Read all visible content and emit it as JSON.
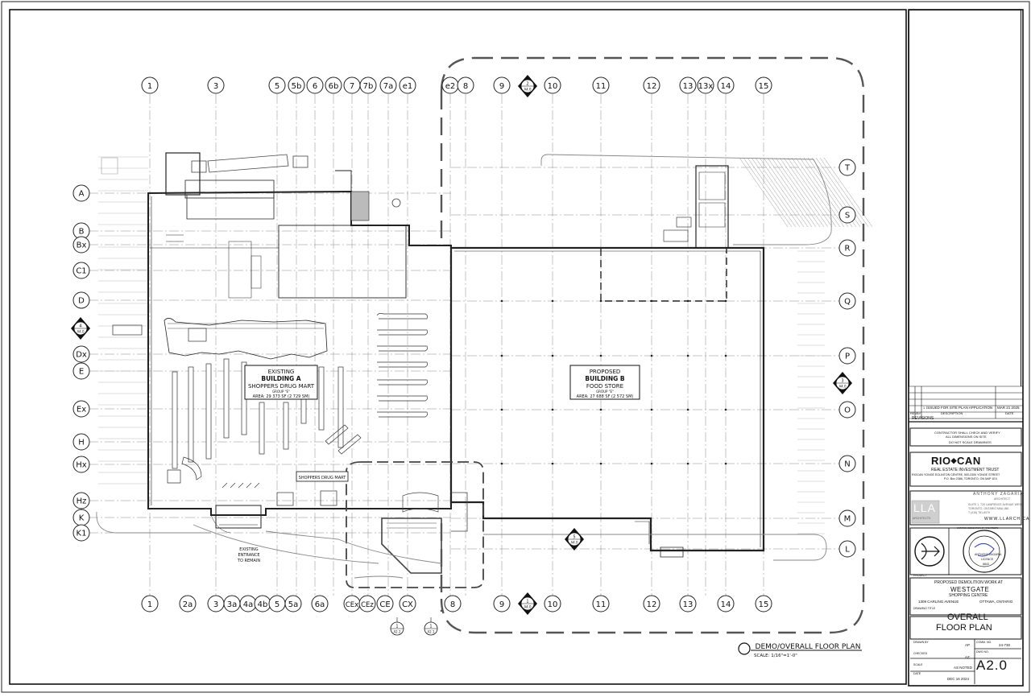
{
  "drawing": {
    "grid_top": [
      "1",
      "3",
      "5",
      "5b",
      "6",
      "6b",
      "7",
      "7b",
      "7a",
      "e1",
      "e2",
      "8",
      "9",
      "10",
      "11",
      "12",
      "13",
      "13x",
      "14",
      "15"
    ],
    "grid_bottom": [
      "1",
      "2a",
      "3",
      "3a",
      "4a",
      "4b",
      "5",
      "5a",
      "6a",
      "CEx",
      "CEz",
      "CE",
      "CX",
      "8",
      "9",
      "10",
      "11",
      "12",
      "13",
      "14",
      "15"
    ],
    "grid_left": [
      "A",
      "B",
      "Bx",
      "C1",
      "D",
      "Dx",
      "E",
      "Ex",
      "H",
      "Hx",
      "Hz",
      "K",
      "K1"
    ],
    "grid_right": [
      "T",
      "S",
      "R",
      "Q",
      "P",
      "O",
      "N",
      "M",
      "L"
    ],
    "building_a": {
      "line1": "EXISTING",
      "line2": "BUILDING A",
      "line3": "SHOPPERS DRUG MART",
      "group": "GROUP \"E\"",
      "area": "AREA: 29 373 SF (2 729 SM)"
    },
    "building_b": {
      "line1": "PROPOSED",
      "line2": "BUILDING B",
      "line3": "FOOD STORE",
      "group": "GROUP \"E\"",
      "area": "AREA: 27 688 SF (2 572 SM)"
    },
    "store_sign": "SHOPPERS DRUG MART",
    "entrance_note": [
      "EXISTING",
      "ENTRANCE",
      "TO REMAIN"
    ],
    "section_marks": {
      "top": {
        "num": "2",
        "sheet": "A4.0"
      },
      "left": {
        "num": "4",
        "sheet": "A4.0"
      },
      "right": {
        "num": "3",
        "sheet": "A4.0"
      },
      "bottom_mid": {
        "num": "5",
        "sheet": "A4.0"
      },
      "bottom_9": {
        "num": "1",
        "sheet": "A4.0"
      },
      "detail_1": {
        "num": "1",
        "sheet": "A2.2"
      },
      "detail_2": {
        "num": "1",
        "sheet": "A2.1"
      }
    },
    "title": {
      "number": "1",
      "text": "DEMO/OVERALL FLOOR PLAN",
      "scale": "SCALE: 1/16\"=1'-0\""
    }
  },
  "title_block": {
    "revisions": {
      "rows": [
        {
          "no": "1",
          "description": "ISSUED FOR SITE PLAN APPLICATION",
          "date": "MAR 21 2025"
        }
      ],
      "col_rev": "REV",
      "col_by": "BY",
      "col_description": "DESCRIPTION",
      "col_date": "DATE",
      "label": "REVISIONS"
    },
    "contractor_note": [
      "CONTRACTOR SHALL CHECK AND VERIFY",
      "ALL DIMENSIONS ON SITE",
      "DO NOT SCALE DRAWINGS"
    ],
    "client": {
      "logo_left": "RIO",
      "logo_right": "CAN",
      "subtitle": "REAL ESTATE INVESTMENT TRUST",
      "address1": "RIOCAN YONGE EGLINTON CENTRE, 500-2300 YONGE STREET",
      "address2": "P.O. Box 2386, TORONTO, ON  M4P 1E4"
    },
    "architect": {
      "logo": "LLA",
      "logo_sub": "ARCHITECTS",
      "name": "ANTHONY ZAGARIA",
      "role": "ARCHITECT",
      "addr1": "SUITE 1, 720 LAWRENCE AVENUE WEST",
      "addr2": "TORONTO, ONTARIO    M6A 1B6",
      "phone": "T (416) 781-6979",
      "web": "WWW.LLARCH.CA"
    },
    "seal": {
      "org": "ONTARIO ASSOCIATION OF ARCHITECTS",
      "name": "ANTHONY ZAGARIA",
      "licence": "LICENCE",
      "number": "6843"
    },
    "project": {
      "label": "PROJECT",
      "line1": "PROPOSED DEMOLITION WORK AT",
      "line2": "WESTGATE",
      "line3": "SHOPPING  CENTRE",
      "address": "1309 CARLING AVENUE",
      "city": "OTTAWA, ONTARIO"
    },
    "drawing_title": {
      "label": "DRAWING TITLE",
      "line1": "OVERALL",
      "line2": "FLOOR  PLAN"
    },
    "fields": {
      "drawn_by_label": "DRAWN BY",
      "drawn_by": "AP",
      "checked_label": "CHECKED",
      "checked": "AZ",
      "scale_label": "SCALE",
      "scale": "AS NOTED",
      "date_label": "DATE",
      "date": "DEC 16 2024",
      "comm_label": "COMM. NO.",
      "comm": "24-730",
      "dwg_label": "DWG NO.",
      "dwg": "A2.0"
    }
  }
}
